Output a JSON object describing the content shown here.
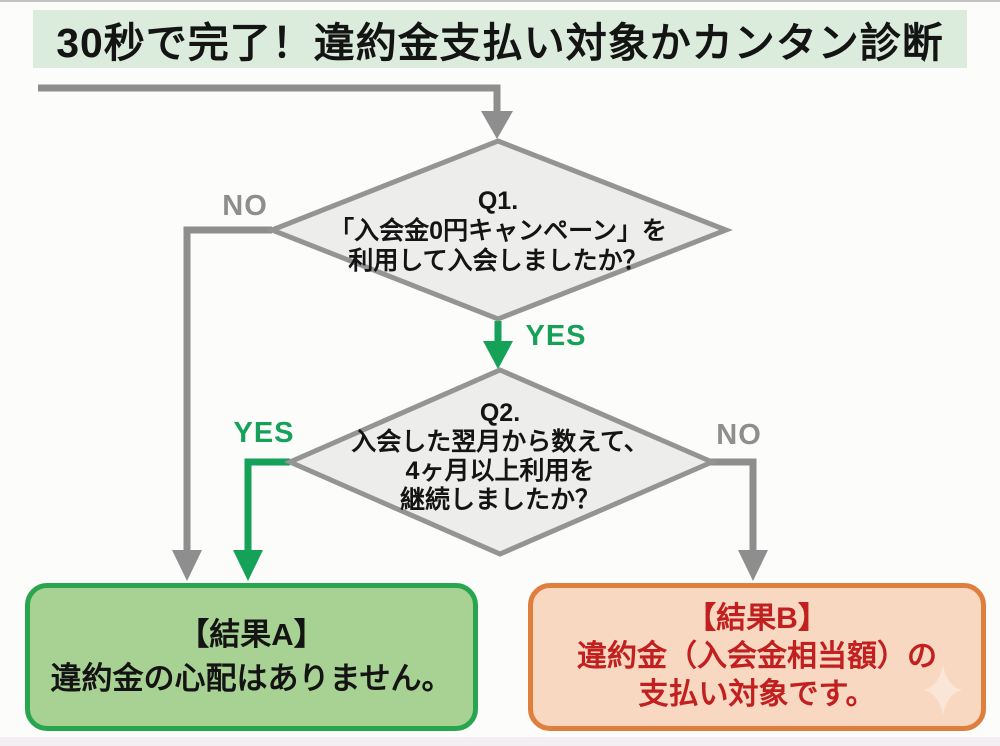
{
  "title": {
    "text": "30秒で完了！違約金支払い対象かカンタン診断"
  },
  "flow": {
    "q1": {
      "label": "Q1.",
      "line1": "「入会金0円キャンペーン」を",
      "line2": "利用して入会しましたか？"
    },
    "q2": {
      "label": "Q2.",
      "line1": "入会した翌月から数えて、",
      "line2": "4ヶ月以上利用を",
      "line3": "継続しましたか？"
    },
    "labels": {
      "q1_no": "NO",
      "q1_yes": "YES",
      "q2_yes": "YES",
      "q2_no": "NO"
    }
  },
  "results": {
    "a": {
      "heading": "【結果A】",
      "body": "違約金の心配はありません。"
    },
    "b": {
      "heading": "【結果B】",
      "body_line1": "違約金（入会金相当額）の",
      "body_line2": "支払い対象です。"
    }
  },
  "colors": {
    "title_bg": "#dbecdc",
    "diamond_fill": "#ededeb",
    "diamond_border": "#949494",
    "connector_gray": "#8e8e8e",
    "connector_green": "#16a159",
    "result_a_bg": "#a8d294",
    "result_a_border": "#2aa54f",
    "result_b_bg": "#f8d8c1",
    "result_b_border": "#df7f3e",
    "result_b_text": "#c22020",
    "sparkle": "#fae5d6"
  }
}
